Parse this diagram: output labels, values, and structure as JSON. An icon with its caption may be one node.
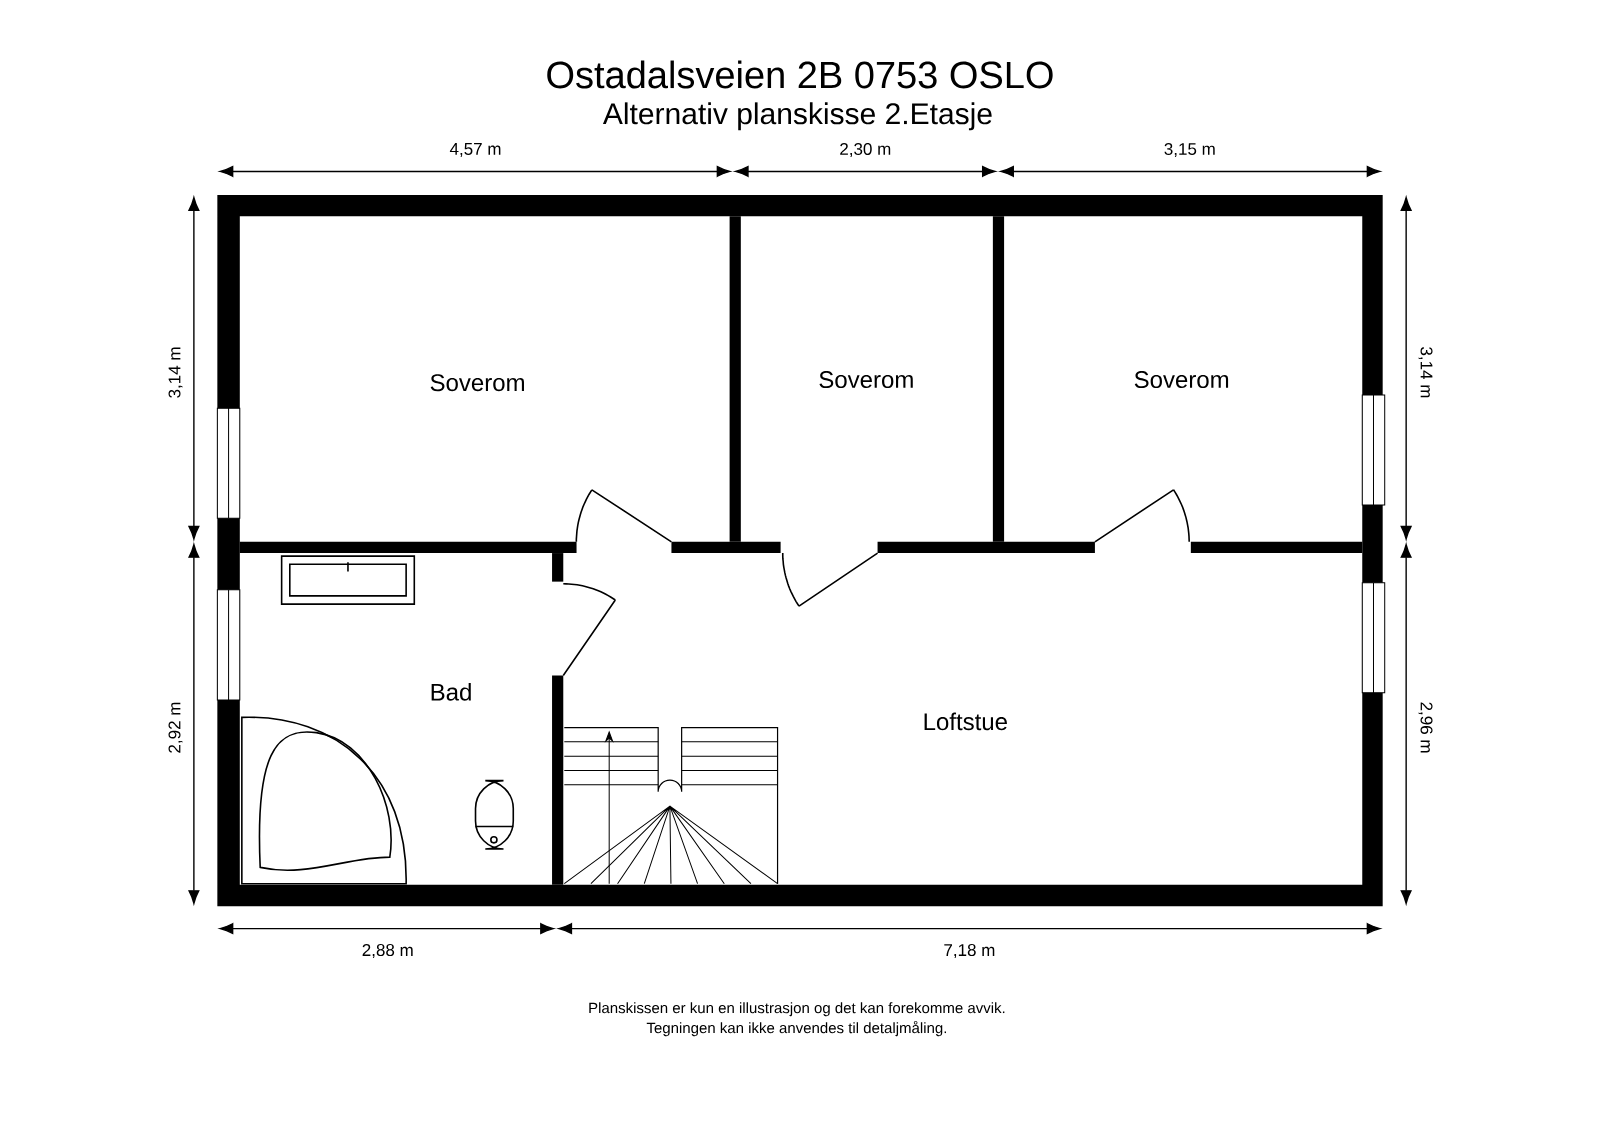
{
  "diagram": {
    "title": "Ostadalsveien 2B 0753 OSLO",
    "labels": [
      "Alternativ planskisse 2.Etasje",
      "4,57 m",
      "2,30 m",
      "3,15 m",
      "3,14 m",
      "3,14 m",
      "Soverom",
      "Soverom",
      "Soverom",
      "Bad",
      "Loftstue",
      "2,92 m",
      "2,96 m",
      "2,88 m",
      "7,18 m",
      "Planskissen er kun en illustrasjon og det kan forekomme avvik.",
      "Tegningen kan ikke anvendes til detaljmåling."
    ]
  }
}
